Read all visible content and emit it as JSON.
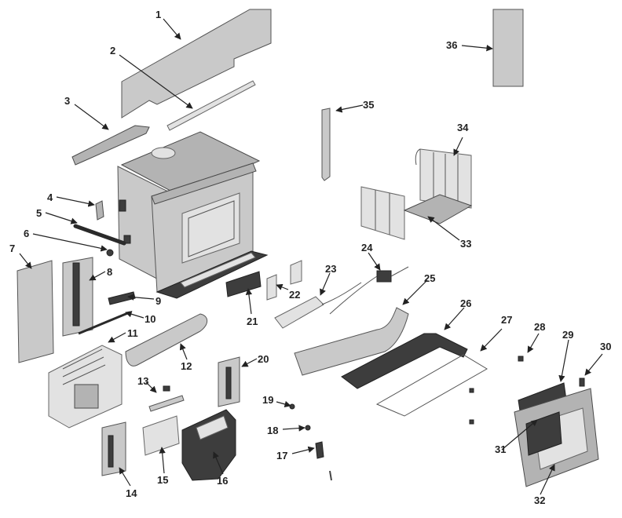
{
  "callouts": [
    {
      "id": "c1",
      "label": "1"
    },
    {
      "id": "c2",
      "label": "2"
    },
    {
      "id": "c3",
      "label": "3"
    },
    {
      "id": "c4",
      "label": "4"
    },
    {
      "id": "c5",
      "label": "5"
    },
    {
      "id": "c6",
      "label": "6"
    },
    {
      "id": "c7",
      "label": "7"
    },
    {
      "id": "c8",
      "label": "8"
    },
    {
      "id": "c9",
      "label": "9"
    },
    {
      "id": "c10",
      "label": "10"
    },
    {
      "id": "c11",
      "label": "11"
    },
    {
      "id": "c12",
      "label": "12"
    },
    {
      "id": "c13",
      "label": "13"
    },
    {
      "id": "c14",
      "label": "14"
    },
    {
      "id": "c15",
      "label": "15"
    },
    {
      "id": "c16",
      "label": "16"
    },
    {
      "id": "c17",
      "label": "17"
    },
    {
      "id": "c18",
      "label": "18"
    },
    {
      "id": "c19",
      "label": "19"
    },
    {
      "id": "c20",
      "label": "20"
    },
    {
      "id": "c21",
      "label": "21"
    },
    {
      "id": "c22",
      "label": "22"
    },
    {
      "id": "c23",
      "label": "23"
    },
    {
      "id": "c24",
      "label": "24"
    },
    {
      "id": "c25",
      "label": "25"
    },
    {
      "id": "c26",
      "label": "26"
    },
    {
      "id": "c27",
      "label": "27"
    },
    {
      "id": "c28",
      "label": "28"
    },
    {
      "id": "c29",
      "label": "29"
    },
    {
      "id": "c30",
      "label": "30"
    },
    {
      "id": "c31",
      "label": "31"
    },
    {
      "id": "c32",
      "label": "32"
    },
    {
      "id": "c33",
      "label": "33"
    },
    {
      "id": "c34",
      "label": "34"
    },
    {
      "id": "c35",
      "label": "35"
    },
    {
      "id": "c36",
      "label": "36"
    }
  ]
}
